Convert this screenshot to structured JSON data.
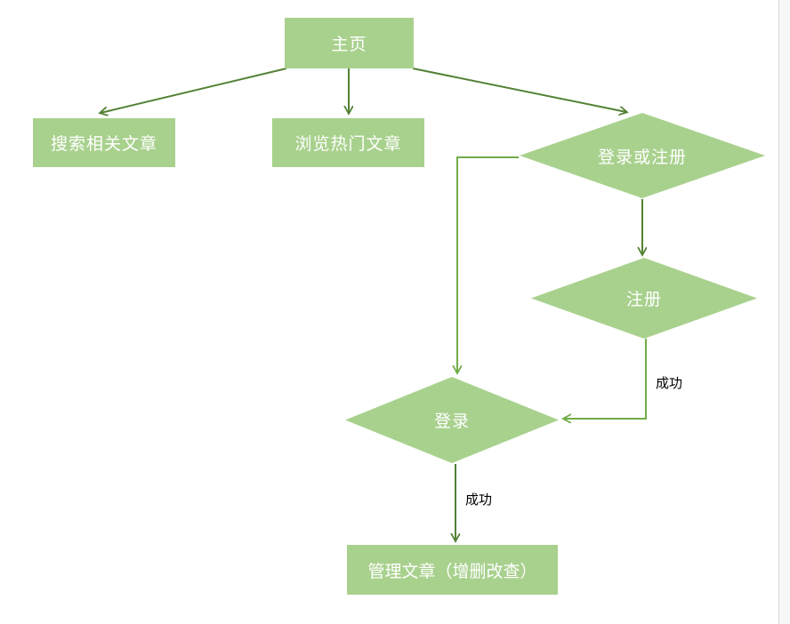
{
  "diagram": {
    "title": "article-site-flowchart",
    "nodes": [
      {
        "id": "home",
        "label": "主页",
        "shape": "rect"
      },
      {
        "id": "search",
        "label": "搜索相关文章",
        "shape": "rect"
      },
      {
        "id": "browse",
        "label": "浏览热门文章",
        "shape": "rect"
      },
      {
        "id": "login-or-register",
        "label": "登录或注册",
        "shape": "diamond"
      },
      {
        "id": "register",
        "label": "注册",
        "shape": "diamond"
      },
      {
        "id": "login",
        "label": "登录",
        "shape": "diamond"
      },
      {
        "id": "manage",
        "label": "管理文章（增删改查）",
        "shape": "rect"
      }
    ],
    "edges": [
      {
        "from": "主页",
        "to": "搜索相关文章",
        "label": ""
      },
      {
        "from": "主页",
        "to": "浏览热门文章",
        "label": ""
      },
      {
        "from": "主页",
        "to": "登录或注册",
        "label": ""
      },
      {
        "from": "登录或注册",
        "to": "注册",
        "label": ""
      },
      {
        "from": "登录或注册",
        "to": "登录",
        "label": ""
      },
      {
        "from": "注册",
        "to": "登录",
        "label": "成功"
      },
      {
        "from": "登录",
        "to": "管理文章（增删改查）",
        "label": "成功"
      }
    ],
    "edge_labels": {
      "register_success": "成功",
      "login_success": "成功"
    },
    "colors": {
      "node_fill": "#a9d18e",
      "node_text": "#ffffff",
      "arrow_dark": "#538135",
      "arrow_light": "#70ad47",
      "edge_label_text": "#000000",
      "page_edge_line": "#d9d9d9"
    }
  }
}
